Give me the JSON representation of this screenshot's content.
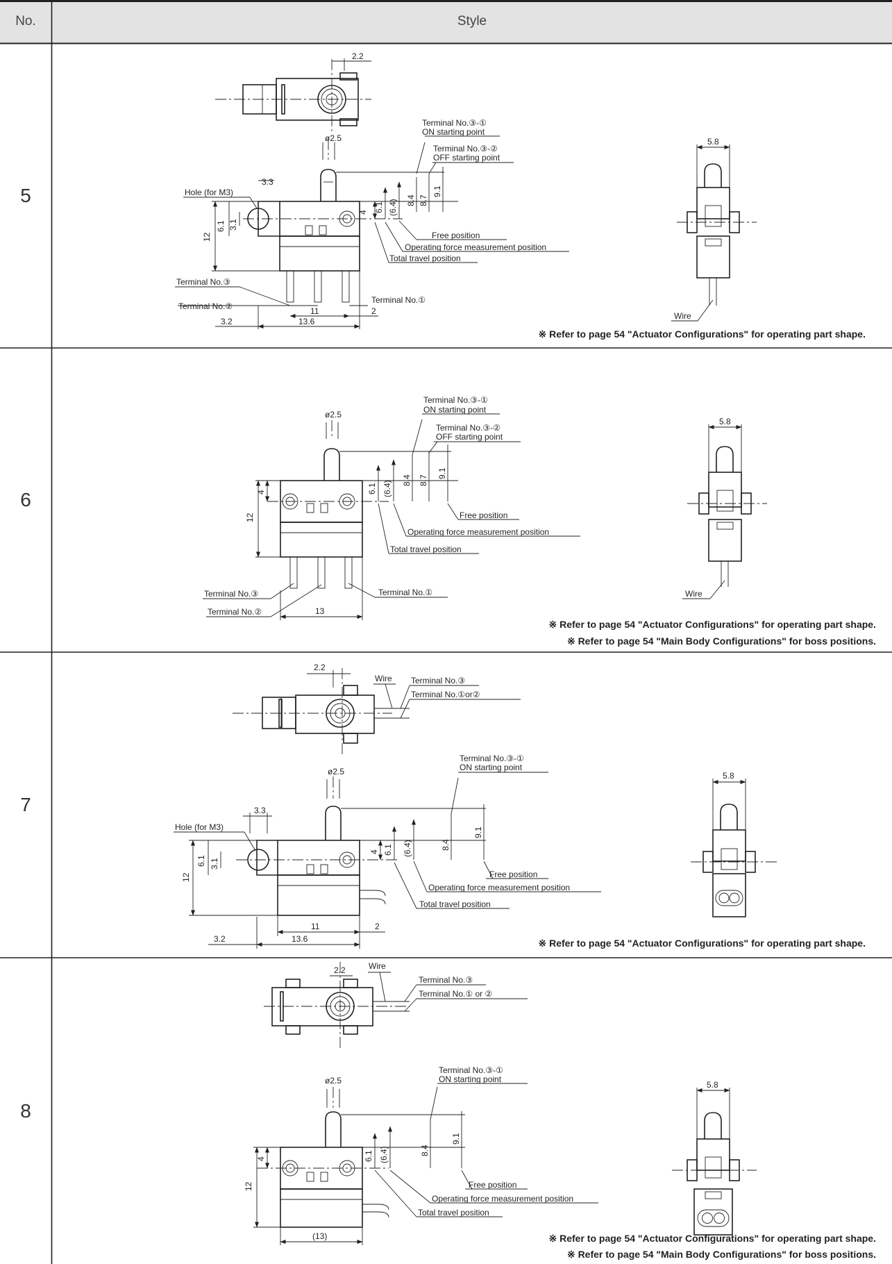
{
  "table": {
    "headers": {
      "no": "No.",
      "style": "Style"
    },
    "rows": [
      {
        "no": "5",
        "labels": {
          "top_dim": "2.2",
          "stem_dia": "ø2.5",
          "on_term": "Terminal No.③-①",
          "on_point": "ON starting point",
          "off_term": "Terminal No.③-②",
          "off_point": "OFF starting point",
          "hole": "Hole (for M3)",
          "d33": "3.3",
          "d61": "6.1",
          "d31": "3.1",
          "d12": "12",
          "d4": "4",
          "d61b": "6.1",
          "d64": "(6.4)",
          "d84": "8.4",
          "d87": "8.7",
          "d91": "9.1",
          "free": "Free position",
          "opforce": "Operating force measurement position",
          "total": "Total travel position",
          "t3": "Terminal No.③",
          "t2": "Terminal No.②",
          "t1": "Terminal No.①",
          "d11": "11",
          "d2": "2",
          "d32": "3.2",
          "d136": "13.6",
          "side_w": "5.8",
          "wire": "Wire"
        },
        "notes": [
          "※ Refer to page 54 \"Actuator Configurations\" for operating part shape."
        ]
      },
      {
        "no": "6",
        "labels": {
          "stem_dia": "ø2.5",
          "on_term": "Terminal No.③-①",
          "on_point": "ON starting point",
          "off_term": "Terminal No.③-②",
          "off_point": "OFF starting point",
          "d4": "4",
          "d12": "12",
          "d61": "6.1",
          "d64": "(6.4)",
          "d84": "8.4",
          "d87": "8.7",
          "d91": "9.1",
          "free": "Free position",
          "opforce": "Operating force measurement position",
          "total": "Total travel position",
          "t3": "Terminal No.③",
          "t2": "Terminal No.②",
          "t1": "Terminal No.①",
          "d13": "13",
          "side_w": "5.8",
          "wire": "Wire"
        },
        "notes": [
          "※ Refer to page 54 \"Actuator Configurations\" for operating part shape.",
          "※ Refer to page 54 \"Main Body Configurations\" for boss positions."
        ]
      },
      {
        "no": "7",
        "labels": {
          "top_dim": "2.2",
          "wire": "Wire",
          "t3": "Terminal No.③",
          "t12": "Terminal No.①or②",
          "on_term": "Terminal No.③-①",
          "on_point": "ON starting point",
          "stem_dia": "ø2.5",
          "hole": "Hole (for M3)",
          "d33": "3.3",
          "d61": "6.1",
          "d31": "3.1",
          "d12": "12",
          "d4": "4",
          "d61b": "6.1",
          "d64": "(6.4)",
          "d84": "8.4",
          "d91": "9.1",
          "free": "Free position",
          "opforce": "Operating force measurement position",
          "total": "Total travel position",
          "d11": "11",
          "d2": "2",
          "d32": "3.2",
          "d136": "13.6",
          "side_w": "5.8"
        },
        "notes": [
          "※ Refer to page 54 \"Actuator Configurations\" for operating part shape."
        ]
      },
      {
        "no": "8",
        "labels": {
          "top_dim": "2.2",
          "wire": "Wire",
          "t3": "Terminal No.③",
          "t12": "Terminal No.① or ②",
          "on_term": "Terminal No.③-①",
          "on_point": "ON starting point",
          "stem_dia": "ø2.5",
          "d4": "4",
          "d12": "12",
          "d61": "6.1",
          "d64": "(6.4)",
          "d84": "8.4",
          "d91": "9.1",
          "free": "Free position",
          "opforce": "Operating force measurement position",
          "total": "Total travel position",
          "d13": "(13)",
          "side_w": "5.8"
        },
        "notes": [
          "※ Refer to page 54 \"Actuator Configurations\" for operating part shape.",
          "※ Refer to page 54 \"Main Body Configurations\" for boss positions."
        ]
      }
    ]
  }
}
